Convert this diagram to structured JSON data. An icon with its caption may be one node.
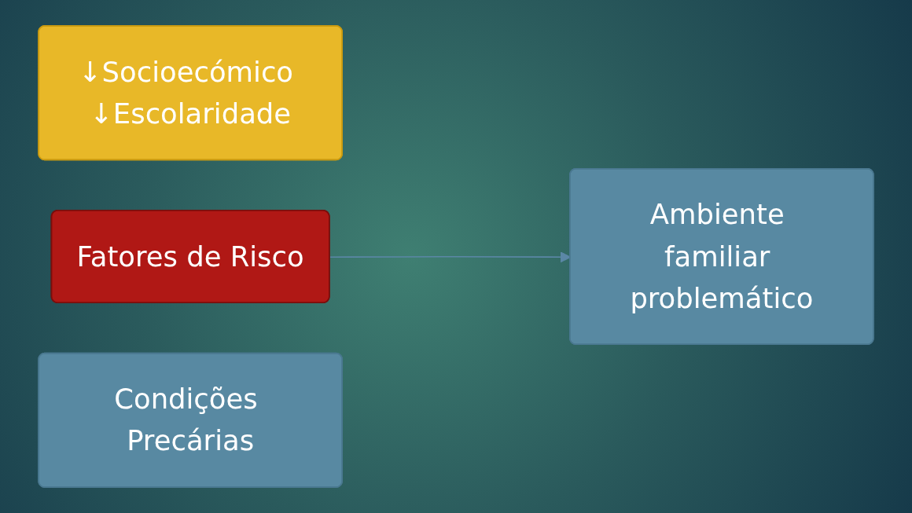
{
  "diagram": {
    "nodes": [
      {
        "text": [
          "↓Socioecómico ↓Escolaridade"
        ]
      },
      {
        "text": [
          "Fatores de Risco"
        ]
      },
      {
        "text": [
          "Condições Precárias"
        ]
      },
      {
        "text": [
          "Ambiente familiar problemático"
        ]
      }
    ],
    "edges": [
      {
        "from": 1,
        "to": 3,
        "arrow": "to",
        "color": "#5b87a6"
      }
    ]
  }
}
